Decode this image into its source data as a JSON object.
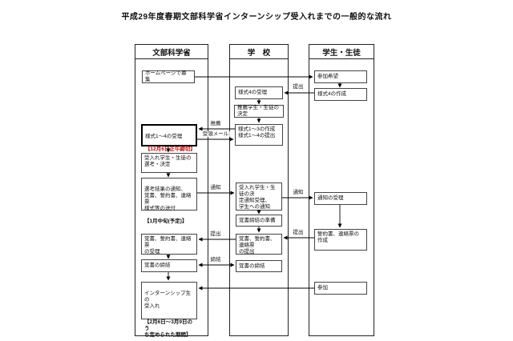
{
  "title": "平成29年度春期文部科学省インターンシップ受入れまでの一般的な流れ",
  "columns": {
    "mext": {
      "header": "文部科学省"
    },
    "school": {
      "header": "学　校"
    },
    "student": {
      "header": "学生・生徒"
    }
  },
  "boxes": {
    "mext_recruit": "ホームページで募集",
    "mext_receive_forms_line1": "様式1～4の受理",
    "mext_receive_forms_line2": "【12月6日正午締切】",
    "mext_selection": "受入れ学生・生徒の\n選考・決定",
    "mext_notify_lines": "選考結果の通知、\n覚書、誓約書、連絡票\n様式等の送付",
    "mext_notify_date": "【1月中旬(予定)】",
    "mext_receive_docs": "覚書、誓約書、連絡票\nの受理",
    "mext_conclude": "覚書の締結",
    "mext_intern_line1": "インターンシップ生の\n受入れ",
    "mext_intern_line2": "【2月6日～3月9日のう\nち定められた期間】",
    "school_form4_receive": "様式4の受理",
    "school_decide": "推薦学生・生徒の決定",
    "school_forms": "様式1～3の作成\n様式1～4の提出",
    "school_accept_notice": "受入れ学生・生徒の決\n定通知受理、\n学生への通知",
    "school_mou_prep": "覚書締結の準備",
    "school_docs_submit": "覚書、誓約書、連絡票\nの提出",
    "school_mou_conclude": "覚書の締結",
    "student_wish": "参加希望",
    "student_form4_create": "様式4の作成",
    "student_notice_receive": "通知の受理",
    "student_pledge_create": "誓約書、連絡票の\n作成",
    "student_participate": "参加"
  },
  "labels": {
    "form4_submit": "提出",
    "recommend": "推薦",
    "receipt_mail": "受領メール",
    "notify_school": "通知",
    "notify_student": "通知",
    "pledge_submit": "提出",
    "docs_submit": "提出",
    "conclude": "締結"
  },
  "colors": {
    "deadline_red": "#cc0000",
    "line_black": "#000000"
  }
}
